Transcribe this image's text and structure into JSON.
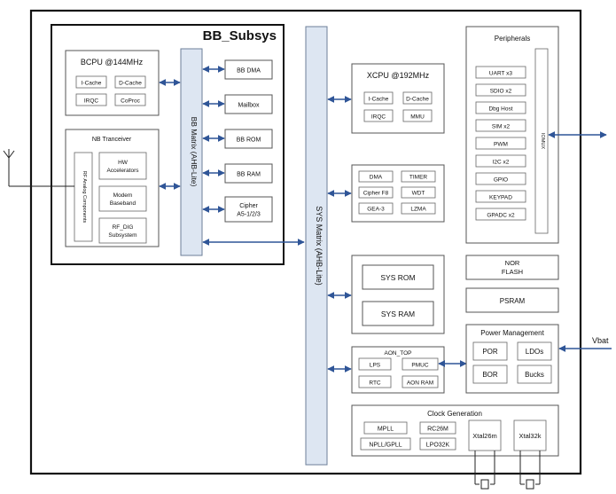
{
  "bb_subsys": {
    "title": "BB_Subsys",
    "bcpu": {
      "title": "BCPU @144MHz",
      "items": [
        "I-Cache",
        "D-Cache",
        "IRQC",
        "CoProc"
      ]
    },
    "nb_transceiver": {
      "title": "NB Tranceiver",
      "rf_analog": "RF Analog Components",
      "hw_accelerators": [
        "HW",
        "Accelerators"
      ],
      "modem_baseband": [
        "Modem",
        "Baseband"
      ],
      "rf_dig": [
        "RF_DIG",
        "Subsystem"
      ]
    },
    "bb_matrix": "BB Matrix (AHB-Lite)",
    "blocks": [
      "BB DMA",
      "Mailbox",
      "BB ROM",
      "BB RAM"
    ],
    "cipher": [
      "Cipher",
      "A5-1/2/3"
    ]
  },
  "sys_matrix": "SYS Matrix (AHB-Lite)",
  "xcpu": {
    "title": "XCPU @192MHz",
    "items": [
      "I-Cache",
      "D-Cache",
      "IRQC",
      "MMU"
    ]
  },
  "sys_blocks": [
    "DMA",
    "TIMER",
    "Cipher F8",
    "WDT",
    "GEA-3",
    "LZMA"
  ],
  "memory": [
    "SYS ROM",
    "SYS RAM"
  ],
  "aon": {
    "title": "AON_TOP",
    "items": [
      "LPS",
      "PMUC",
      "RTC",
      "AON RAM"
    ]
  },
  "peripherals": {
    "title": "Peripherals",
    "items": [
      "UART x3",
      "SDIO x2",
      "Dbg Host",
      "SIM x2",
      "PWM",
      "I2C x2",
      "GPIO",
      "KEYPAD",
      "GPADC x2"
    ],
    "iomux": "IOMUX"
  },
  "nor_flash": [
    "NOR",
    "FLASH"
  ],
  "psram": "PSRAM",
  "power": {
    "title": "Power Management",
    "items": [
      "POR",
      "LDOs",
      "BOR",
      "Bucks"
    ]
  },
  "vbat": "Vbat",
  "clock": {
    "title": "Clock Generation",
    "items": [
      "MPLL",
      "RC26M",
      "NPLL/GPLL",
      "LPO32K"
    ],
    "xtal26m": "Xtal26m",
    "xtal32k": "Xtal32k"
  }
}
